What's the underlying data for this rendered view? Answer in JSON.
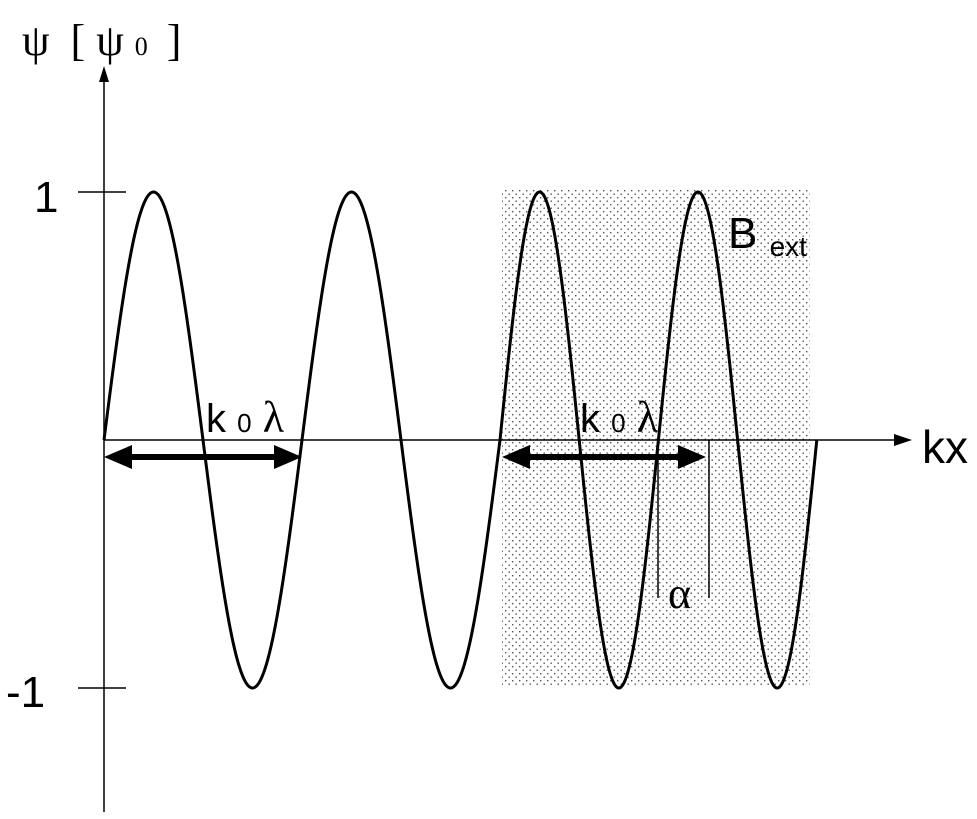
{
  "labels": {
    "y_axis_symbol": "ψ",
    "y_axis_unit_open": "[",
    "y_axis_unit_symbol": "ψ",
    "y_axis_unit_sub": "0",
    "y_axis_unit_close": "]",
    "x_axis": "kx",
    "tick_top": "1",
    "tick_bottom": "-1",
    "field_region_main": "B",
    "field_region_sub": "ext",
    "wavelength_left_main": "k",
    "wavelength_left_sub": "0",
    "wavelength_left_lambda": "λ",
    "wavelength_right_main": "k",
    "wavelength_right_sub": "0",
    "wavelength_right_lambda": "λ",
    "phase_shift": "α"
  },
  "colors": {
    "ink": "#000000",
    "background": "#ffffff",
    "stipple": "#555555"
  },
  "waves": {
    "free_region": {
      "amplitude": 1,
      "period": 1,
      "phase": 0,
      "from": 0,
      "to": 2
    },
    "field_region": {
      "amplitude": 1,
      "period": 0.8,
      "from": 2,
      "to": 3.6
    }
  },
  "markers": {
    "free_wavelength": {
      "from": 0,
      "to": 1
    },
    "field_wavelength": {
      "from": 2,
      "to": 3
    },
    "phase_offset": {
      "from": 2.8,
      "to": 3
    }
  }
}
